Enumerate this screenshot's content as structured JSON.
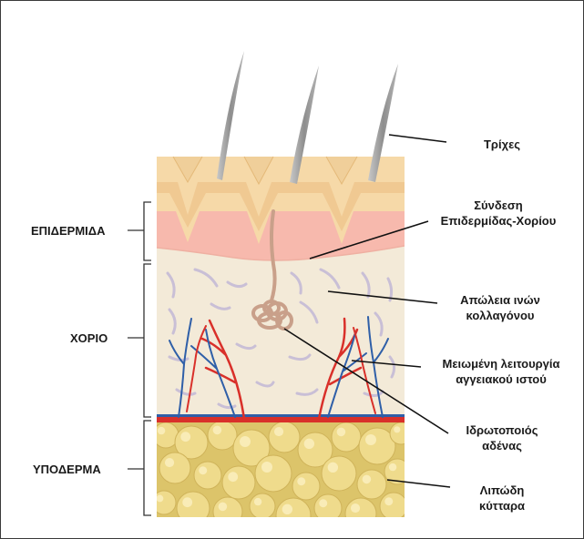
{
  "colors": {
    "epidermis_top": "#f6d9a8",
    "epidermis_band": "#f2c691",
    "pink_layer": "#f7b9ad",
    "dermis": "#f3ead8",
    "fat_bg": "#dcc46a",
    "fat_cell": "#efdb8c",
    "artery": "#d9302a",
    "vein": "#2f5fa8",
    "hair": "#9a9a9a",
    "sweat_gland": "#c9a08a",
    "leader": "#111111"
  },
  "left_labels": {
    "epidermis": "ΕΠΙΔΕΡΜΙΔΑ",
    "dermis": "ΧΟΡΙΟ",
    "hypodermis": "ΥΠΟΔΕΡΜΑ"
  },
  "right_labels": {
    "hairs": "Τρίχες",
    "junction_line1": "Σύνδεση",
    "junction_line2": "Επιδερμίδας-Χορίου",
    "collagen_line1": "Απώλεια ινών",
    "collagen_line2": "κολλαγόνου",
    "vascular_line1": "Μειωμένη λειτουργία",
    "vascular_line2": "αγγειακού ιστού",
    "sweat_line1": "Ιδρωτοποιός",
    "sweat_line2": "αδένας",
    "fat_line1": "Λιπώδη",
    "fat_line2": "κύτταρα"
  }
}
